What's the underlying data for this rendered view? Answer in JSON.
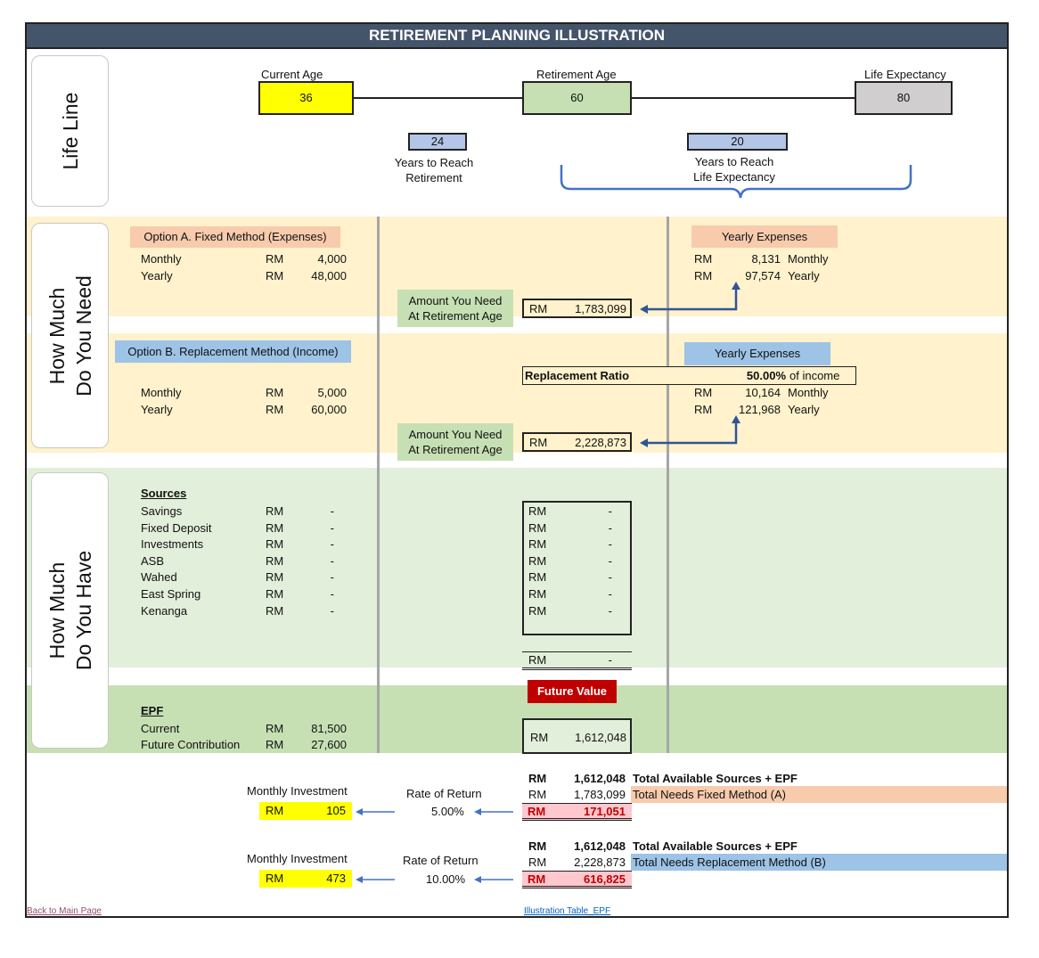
{
  "title": "RETIREMENT PLANNING ILLUSTRATION",
  "colors": {
    "header": "#44546a",
    "yellow": "#ffff00",
    "green": "#c6e0b4",
    "grey": "#d0cece",
    "blue_box": "#b4c6e7",
    "peach": "#f8cbad",
    "light_blue": "#9dc3e6",
    "cream": "#fff2cc",
    "light_green": "#e2efda",
    "mid_green": "#c6e0b4",
    "red": "#c00000",
    "pink": "#ffc7ce",
    "arrow": "#2f5597"
  },
  "lifeline": {
    "section_label": "Life Line",
    "current_age_label": "Current Age",
    "current_age": "36",
    "retirement_age_label": "Retirement Age",
    "retirement_age": "60",
    "life_expectancy_label": "Life Expectancy",
    "life_expectancy": "80",
    "years_to_retirement": "24",
    "years_to_retirement_label_1": "Years to Reach",
    "years_to_retirement_label_2": "Retirement",
    "years_to_life": "20",
    "years_to_life_label_1": "Years to Reach",
    "years_to_life_label_2": "Life Expectancy"
  },
  "need": {
    "section_label_1": "How Much",
    "section_label_2": "Do You Need",
    "option_a": {
      "title": "Option A. Fixed Method (Expenses)",
      "monthly_label": "Monthly",
      "yearly_label": "Yearly",
      "currency": "RM",
      "monthly": "4,000",
      "yearly": "48,000",
      "need_label_1": "Amount You Need",
      "need_label_2": "At Retirement Age",
      "need_value": "1,783,099",
      "expenses_title": "Yearly Expenses",
      "exp_monthly": "8,131",
      "exp_yearly": "97,574",
      "exp_monthly_label": "Monthly",
      "exp_yearly_label": "Yearly"
    },
    "option_b": {
      "title": "Option B. Replacement Method (Income)",
      "monthly_label": "Monthly",
      "yearly_label": "Yearly",
      "currency": "RM",
      "monthly": "5,000",
      "yearly": "60,000",
      "ratio_label": "Replacement Ratio",
      "ratio_value": "50.00%",
      "ratio_suffix": "of income",
      "need_label_1": "Amount You Need",
      "need_label_2": "At Retirement Age",
      "need_value": "2,228,873",
      "expenses_title": "Yearly Expenses",
      "exp_monthly": "10,164",
      "exp_yearly": "121,968",
      "exp_monthly_label": "Monthly",
      "exp_yearly_label": "Yearly"
    }
  },
  "have": {
    "section_label_1": "How Much",
    "section_label_2": "Do You Have",
    "sources_title": "Sources",
    "currency": "RM",
    "sources": [
      {
        "name": "Savings",
        "value": "-",
        "fv": "-"
      },
      {
        "name": "Fixed Deposit",
        "value": "-",
        "fv": "-"
      },
      {
        "name": "Investments",
        "value": "-",
        "fv": "-"
      },
      {
        "name": "ASB",
        "value": "-",
        "fv": "-"
      },
      {
        "name": "Wahed",
        "value": "-",
        "fv": "-"
      },
      {
        "name": "East Spring",
        "value": "-",
        "fv": "-"
      },
      {
        "name": "Kenanga",
        "value": "-",
        "fv": "-"
      }
    ],
    "sources_total": "-",
    "future_value_label": "Future Value",
    "epf_title": "EPF",
    "epf_current_label": "Current",
    "epf_current": "81,500",
    "epf_future_label": "Future Contribution",
    "epf_future": "27,600",
    "epf_fv": "1,612,048"
  },
  "summary": {
    "a": {
      "available": "1,612,048",
      "available_label": "Total Available Sources + EPF",
      "needs": "1,783,099",
      "needs_label": "Total Needs Fixed Method (A)",
      "gap": "171,051",
      "rate_label": "Rate of Return",
      "rate": "5.00%",
      "invest_label": "Monthly Investment",
      "invest": "105"
    },
    "b": {
      "available": "1,612,048",
      "available_label": "Total Available Sources + EPF",
      "needs": "2,228,873",
      "needs_label": "Total Needs Replacement Method (B)",
      "gap": "616,825",
      "rate_label": "Rate of Return",
      "rate": "10.00%",
      "invest_label": "Monthly Investment",
      "invest": "473"
    },
    "currency": "RM"
  },
  "links": {
    "back": "Back to Main Page",
    "table": "Illustration Table_EPF"
  }
}
